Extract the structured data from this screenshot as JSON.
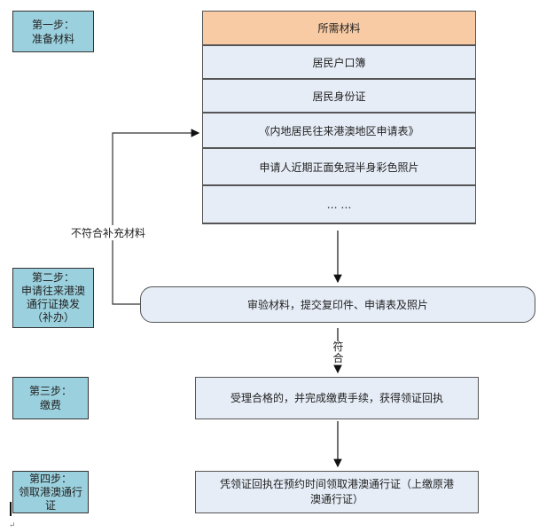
{
  "steps": [
    {
      "lines": [
        "第一步：",
        "准备材料"
      ]
    },
    {
      "lines": [
        "第二步：",
        "申请往来港澳",
        "通行证换发",
        "（补办）"
      ]
    },
    {
      "lines": [
        "第三步：",
        "缴费"
      ]
    },
    {
      "lines": [
        "第四步：",
        "领取港澳通行",
        "证"
      ]
    }
  ],
  "materials": {
    "header": "所需材料",
    "items": [
      "居民户口簿",
      "居民身份证",
      "《内地居民往来港澳地区申请表》",
      "申请人近期正面免冠半身彩色照片",
      "… …"
    ]
  },
  "review": "审验材料，提交复印件、申请表及照片",
  "reject_label": "不符合补充材料",
  "pass_label": [
    "符",
    "合"
  ],
  "payment": "受理合格的，并完成缴费手续，获得领证回执",
  "collect": [
    "凭领证回执在预约时间领取港澳通行证（上缴原港",
    "澳通行证）"
  ],
  "colors": {
    "step_fill": "#9bd1de",
    "header_fill": "#f9cba4",
    "box_fill": "#e6edf7"
  }
}
